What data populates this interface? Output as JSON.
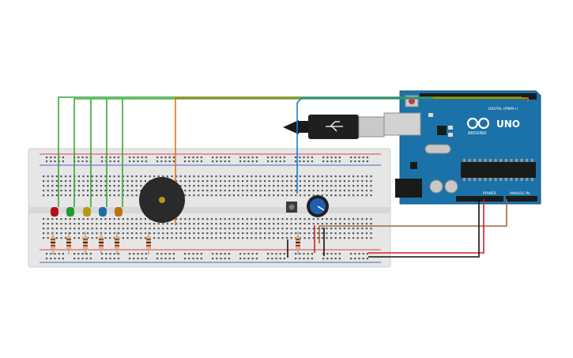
{
  "arduino": {
    "brand": "UNO",
    "logo_text": "ARDUINO",
    "digital_label": "DIGITAL (PWM~)",
    "power_label": "POWER",
    "analog_label": "ANALOG IN",
    "board_color": "#1b72a8",
    "chip_color": "#1a1a1a"
  },
  "breadboard": {
    "color": "#e6e6e6",
    "rail_red": "#d64541",
    "rail_blue": "#3c6fc0"
  },
  "components": {
    "leds": [
      {
        "name": "red-led",
        "color": "#b3121b"
      },
      {
        "name": "green-led",
        "color": "#1f9a2f"
      },
      {
        "name": "yellow-led",
        "color": "#b59a12"
      },
      {
        "name": "blue-led",
        "color": "#1d6fa3"
      },
      {
        "name": "orange-led",
        "color": "#b8720f"
      }
    ],
    "buzzer_color": "#2a2a2a",
    "potentiometer_color": "#1f5fb0",
    "button_color": "#3a3a3a"
  },
  "wires": {
    "green": "#3aa63a",
    "orange": "#e07b10",
    "blue": "#1a7fd0",
    "brown": "#a0673a",
    "red": "#d42020",
    "black": "#111111"
  }
}
